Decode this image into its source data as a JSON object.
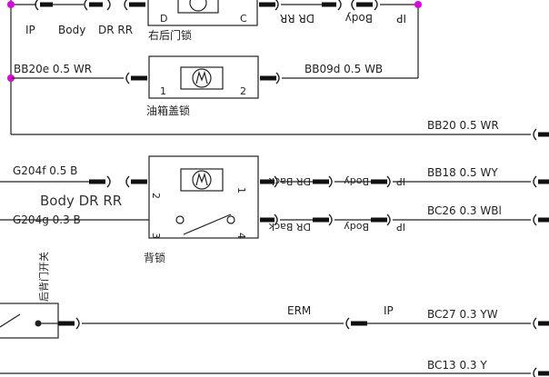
{
  "top": {
    "labels": [
      "IP",
      "Body",
      "DR RR",
      "DR RR",
      "Body",
      "IP"
    ],
    "lock_right_rear": "右后门锁",
    "lock_right_rear_pins": [
      "D",
      "C"
    ]
  },
  "fuel_lock": {
    "wire_left": "BB20e 0.5 WR",
    "wire_right": "BB09d 0.5 WB",
    "name": "油箱盖锁",
    "pins": [
      "1",
      "2"
    ]
  },
  "bus": {
    "wire": "BB20 0.5 WR"
  },
  "back_lock": {
    "name": "背锁",
    "wire_in1": "G204f 0.5 B",
    "wire_in2": "G204g 0.3 B",
    "left_caption": "Body  DR RR",
    "pins": [
      "2",
      "1",
      "3",
      "4"
    ],
    "conn_labels": [
      "DR Back",
      "DR Back",
      "Body",
      "Body",
      "IP",
      "IP"
    ],
    "wire_out1": "BB18 0.5 WY",
    "wire_out2": "BC26 0.3 WBl"
  },
  "erm": {
    "switch_label": "后背门开关",
    "conn_labels": [
      "ERM",
      "IP"
    ],
    "wire": "BC27 0.3 YW"
  },
  "bottom": {
    "wire": "BC13 0.3 Y"
  },
  "colors": {
    "junction": "#e000e0",
    "line": "#222222"
  }
}
